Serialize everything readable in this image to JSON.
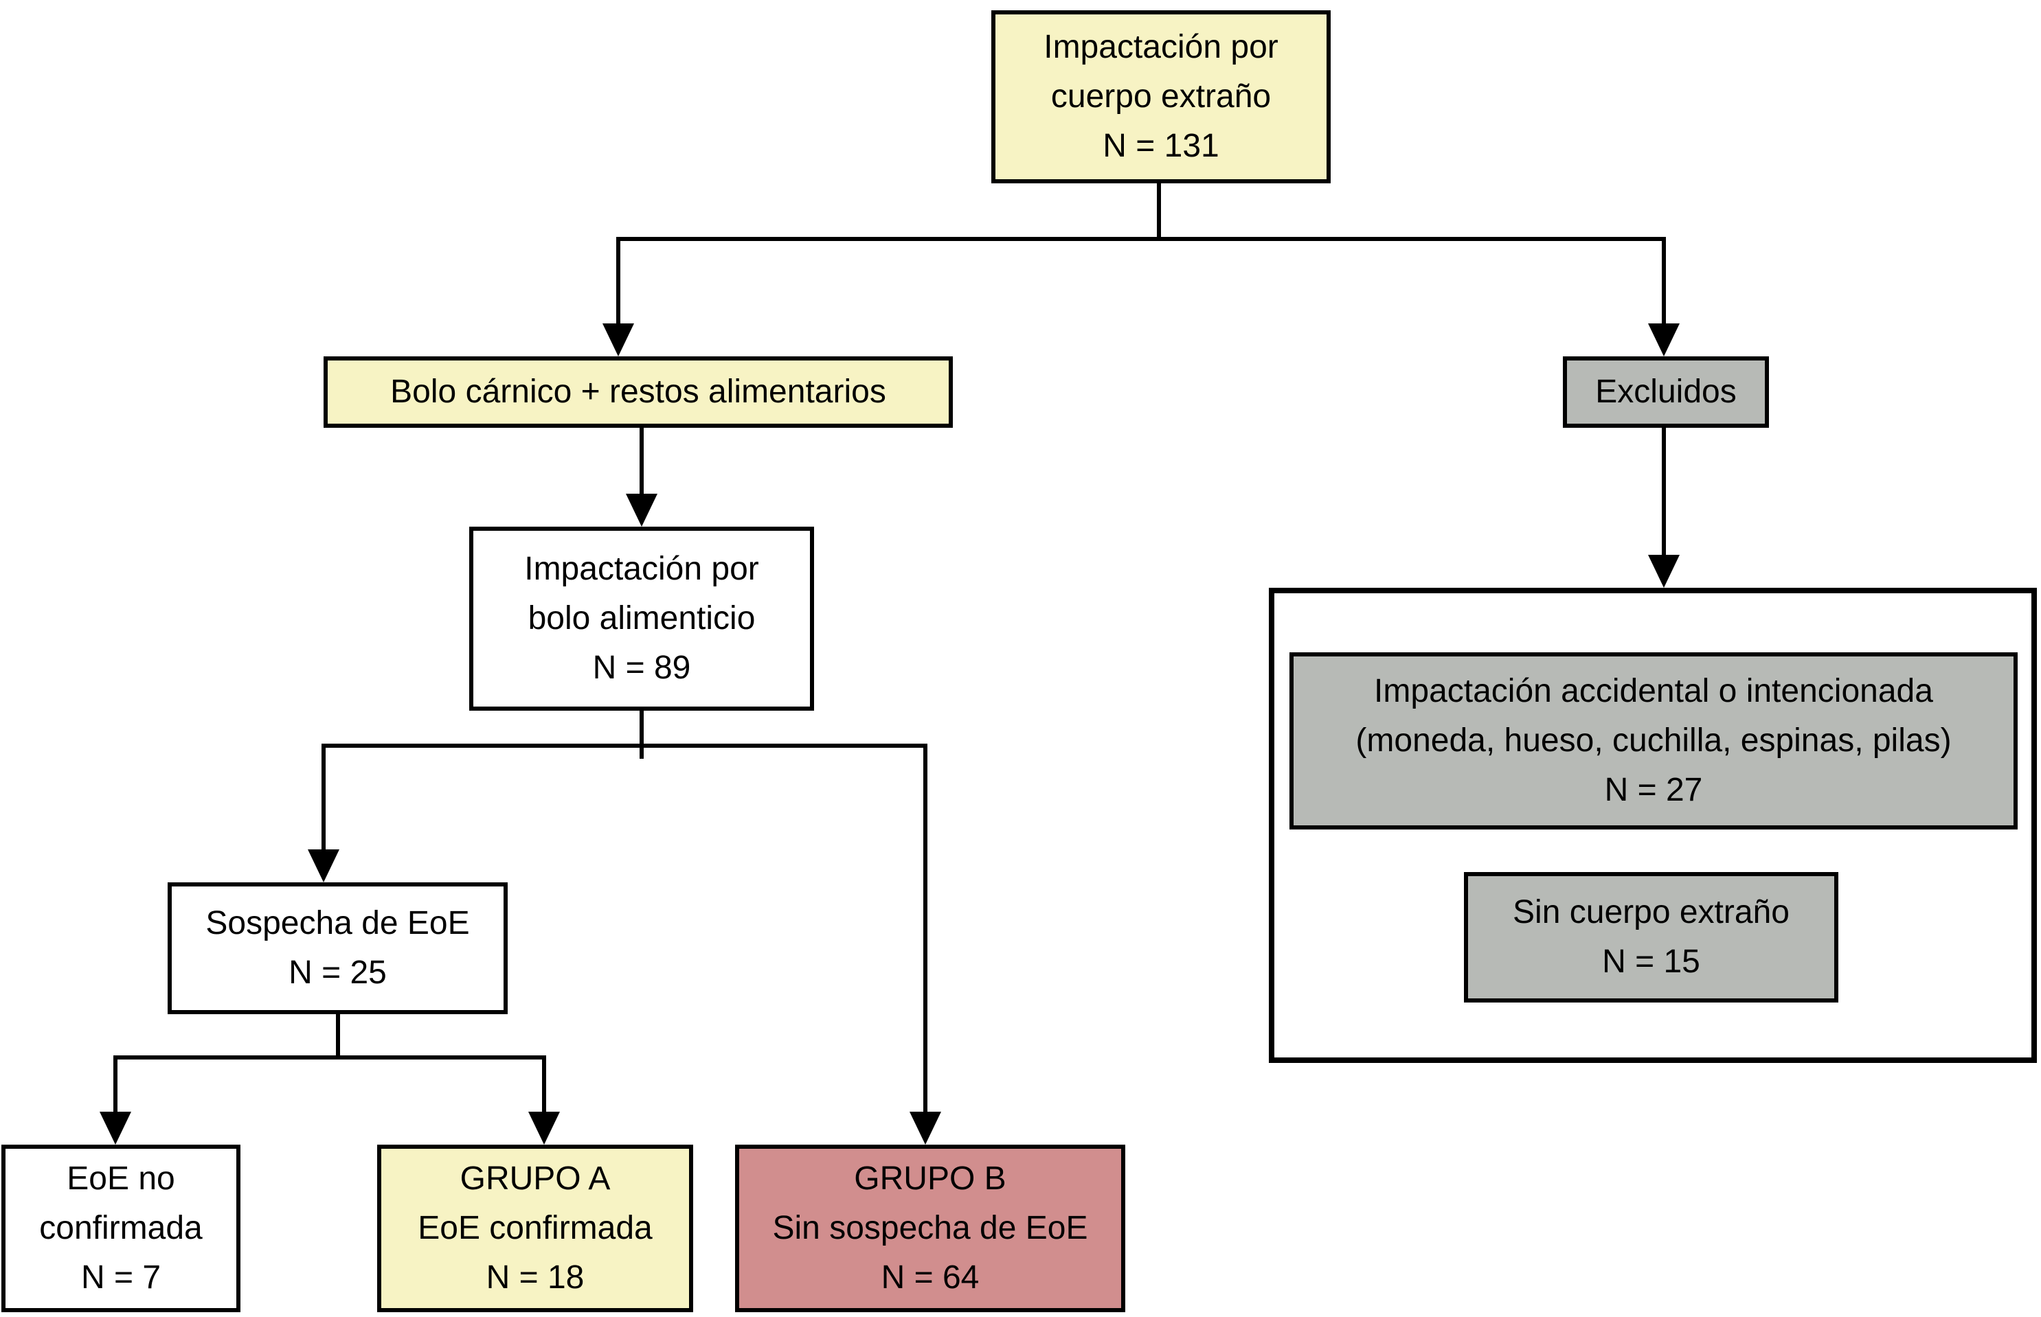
{
  "colors": {
    "yellow": "#F7F3C4",
    "gray": "#B7BAB6",
    "pink": "#D18E8E",
    "line": "#000000",
    "white": "#FFFFFF"
  },
  "nodes": {
    "root": [
      "Impactación por",
      "cuerpo extraño",
      "N = 131"
    ],
    "bolo_carnico": [
      "Bolo cárnico + restos alimentarios"
    ],
    "excluidos": [
      "Excluidos"
    ],
    "bolo_alimenticio": [
      "Impactación por",
      "bolo alimenticio",
      "N = 89"
    ],
    "sospecha_eoe": [
      "Sospecha de EoE",
      "N = 25"
    ],
    "eoe_no_confirmada": [
      "EoE no",
      "confirmada",
      "N = 7"
    ],
    "grupo_a": [
      "GRUPO A",
      "EoE confirmada",
      "N = 18"
    ],
    "grupo_b": [
      "GRUPO B",
      "Sin sospecha de EoE",
      "N = 64"
    ],
    "impactacion_accidental": [
      "Impactación accidental o intencionada",
      "(moneda, hueso, cuchilla, espinas, pilas)",
      "N = 27"
    ],
    "sin_cuerpo_extrano": [
      "Sin cuerpo extraño",
      "N = 15"
    ]
  }
}
